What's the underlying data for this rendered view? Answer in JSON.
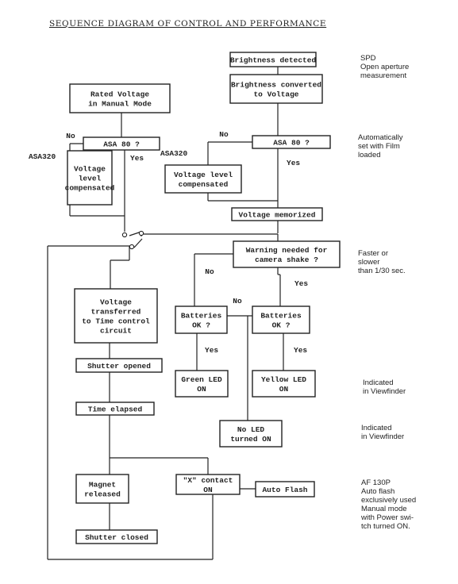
{
  "title": "SEQUENCE DIAGRAM OF CONTROL AND PERFORMANCE",
  "boxes": {
    "brightness_detected": [
      "Brightness detected"
    ],
    "brightness_converted": [
      "Brightness converted",
      "to Voltage"
    ],
    "rated_voltage": [
      "Rated Voltage",
      "in Manual Mode"
    ],
    "asa80_left": [
      "ASA 80 ?"
    ],
    "asa80_right": [
      "ASA 80 ?"
    ],
    "voltage_comp_left": [
      "Voltage",
      "level",
      "compensated"
    ],
    "voltage_comp_right": [
      "Voltage level",
      "compensated"
    ],
    "voltage_memorized": [
      "Voltage memorized"
    ],
    "warning_shake": [
      "Warning needed for",
      "camera shake ?"
    ],
    "voltage_transferred": [
      "Voltage",
      "transferred",
      "to Time control",
      "circuit"
    ],
    "batteries_left": [
      "Batteries",
      "OK ?"
    ],
    "batteries_right": [
      "Batteries",
      "OK ?"
    ],
    "green_led": [
      "Green LED",
      "ON"
    ],
    "yellow_led": [
      "Yellow LED",
      "ON"
    ],
    "shutter_opened": [
      "Shutter opened"
    ],
    "time_elapsed": [
      "Time elapsed"
    ],
    "no_led": [
      "No LED",
      "turned ON"
    ],
    "magnet_released": [
      "Magnet",
      "released"
    ],
    "x_contact": [
      "\"X\" contact",
      "ON"
    ],
    "auto_flash": [
      "Auto Flash"
    ],
    "shutter_closed": [
      "Shutter closed"
    ]
  },
  "labels": {
    "no_asa_left": "No",
    "asa320_left": "ASA320",
    "yes_asa_left": "Yes",
    "no_asa_right": "No",
    "asa320_right": "ASA320",
    "yes_asa_right": "Yes",
    "no_warning": "No",
    "yes_warning": "Yes",
    "no_batteries": "No",
    "yes_batt_left": "Yes",
    "yes_batt_right": "Yes"
  },
  "notes": {
    "spd": [
      "SPD",
      "Open aperture",
      "measurement"
    ],
    "auto_set": [
      "Automatically",
      "set with Film",
      "loaded"
    ],
    "faster": [
      "Faster or",
      "slower",
      "than 1/30 sec."
    ],
    "indicated1": [
      "Indicated",
      "in Viewfinder"
    ],
    "indicated2": [
      "Indicated",
      "in Viewfinder"
    ],
    "af130p": [
      "AF 130P",
      "Auto flash",
      "exclusively used",
      "Manual mode",
      "with Power swi-",
      "tch turned ON."
    ]
  }
}
